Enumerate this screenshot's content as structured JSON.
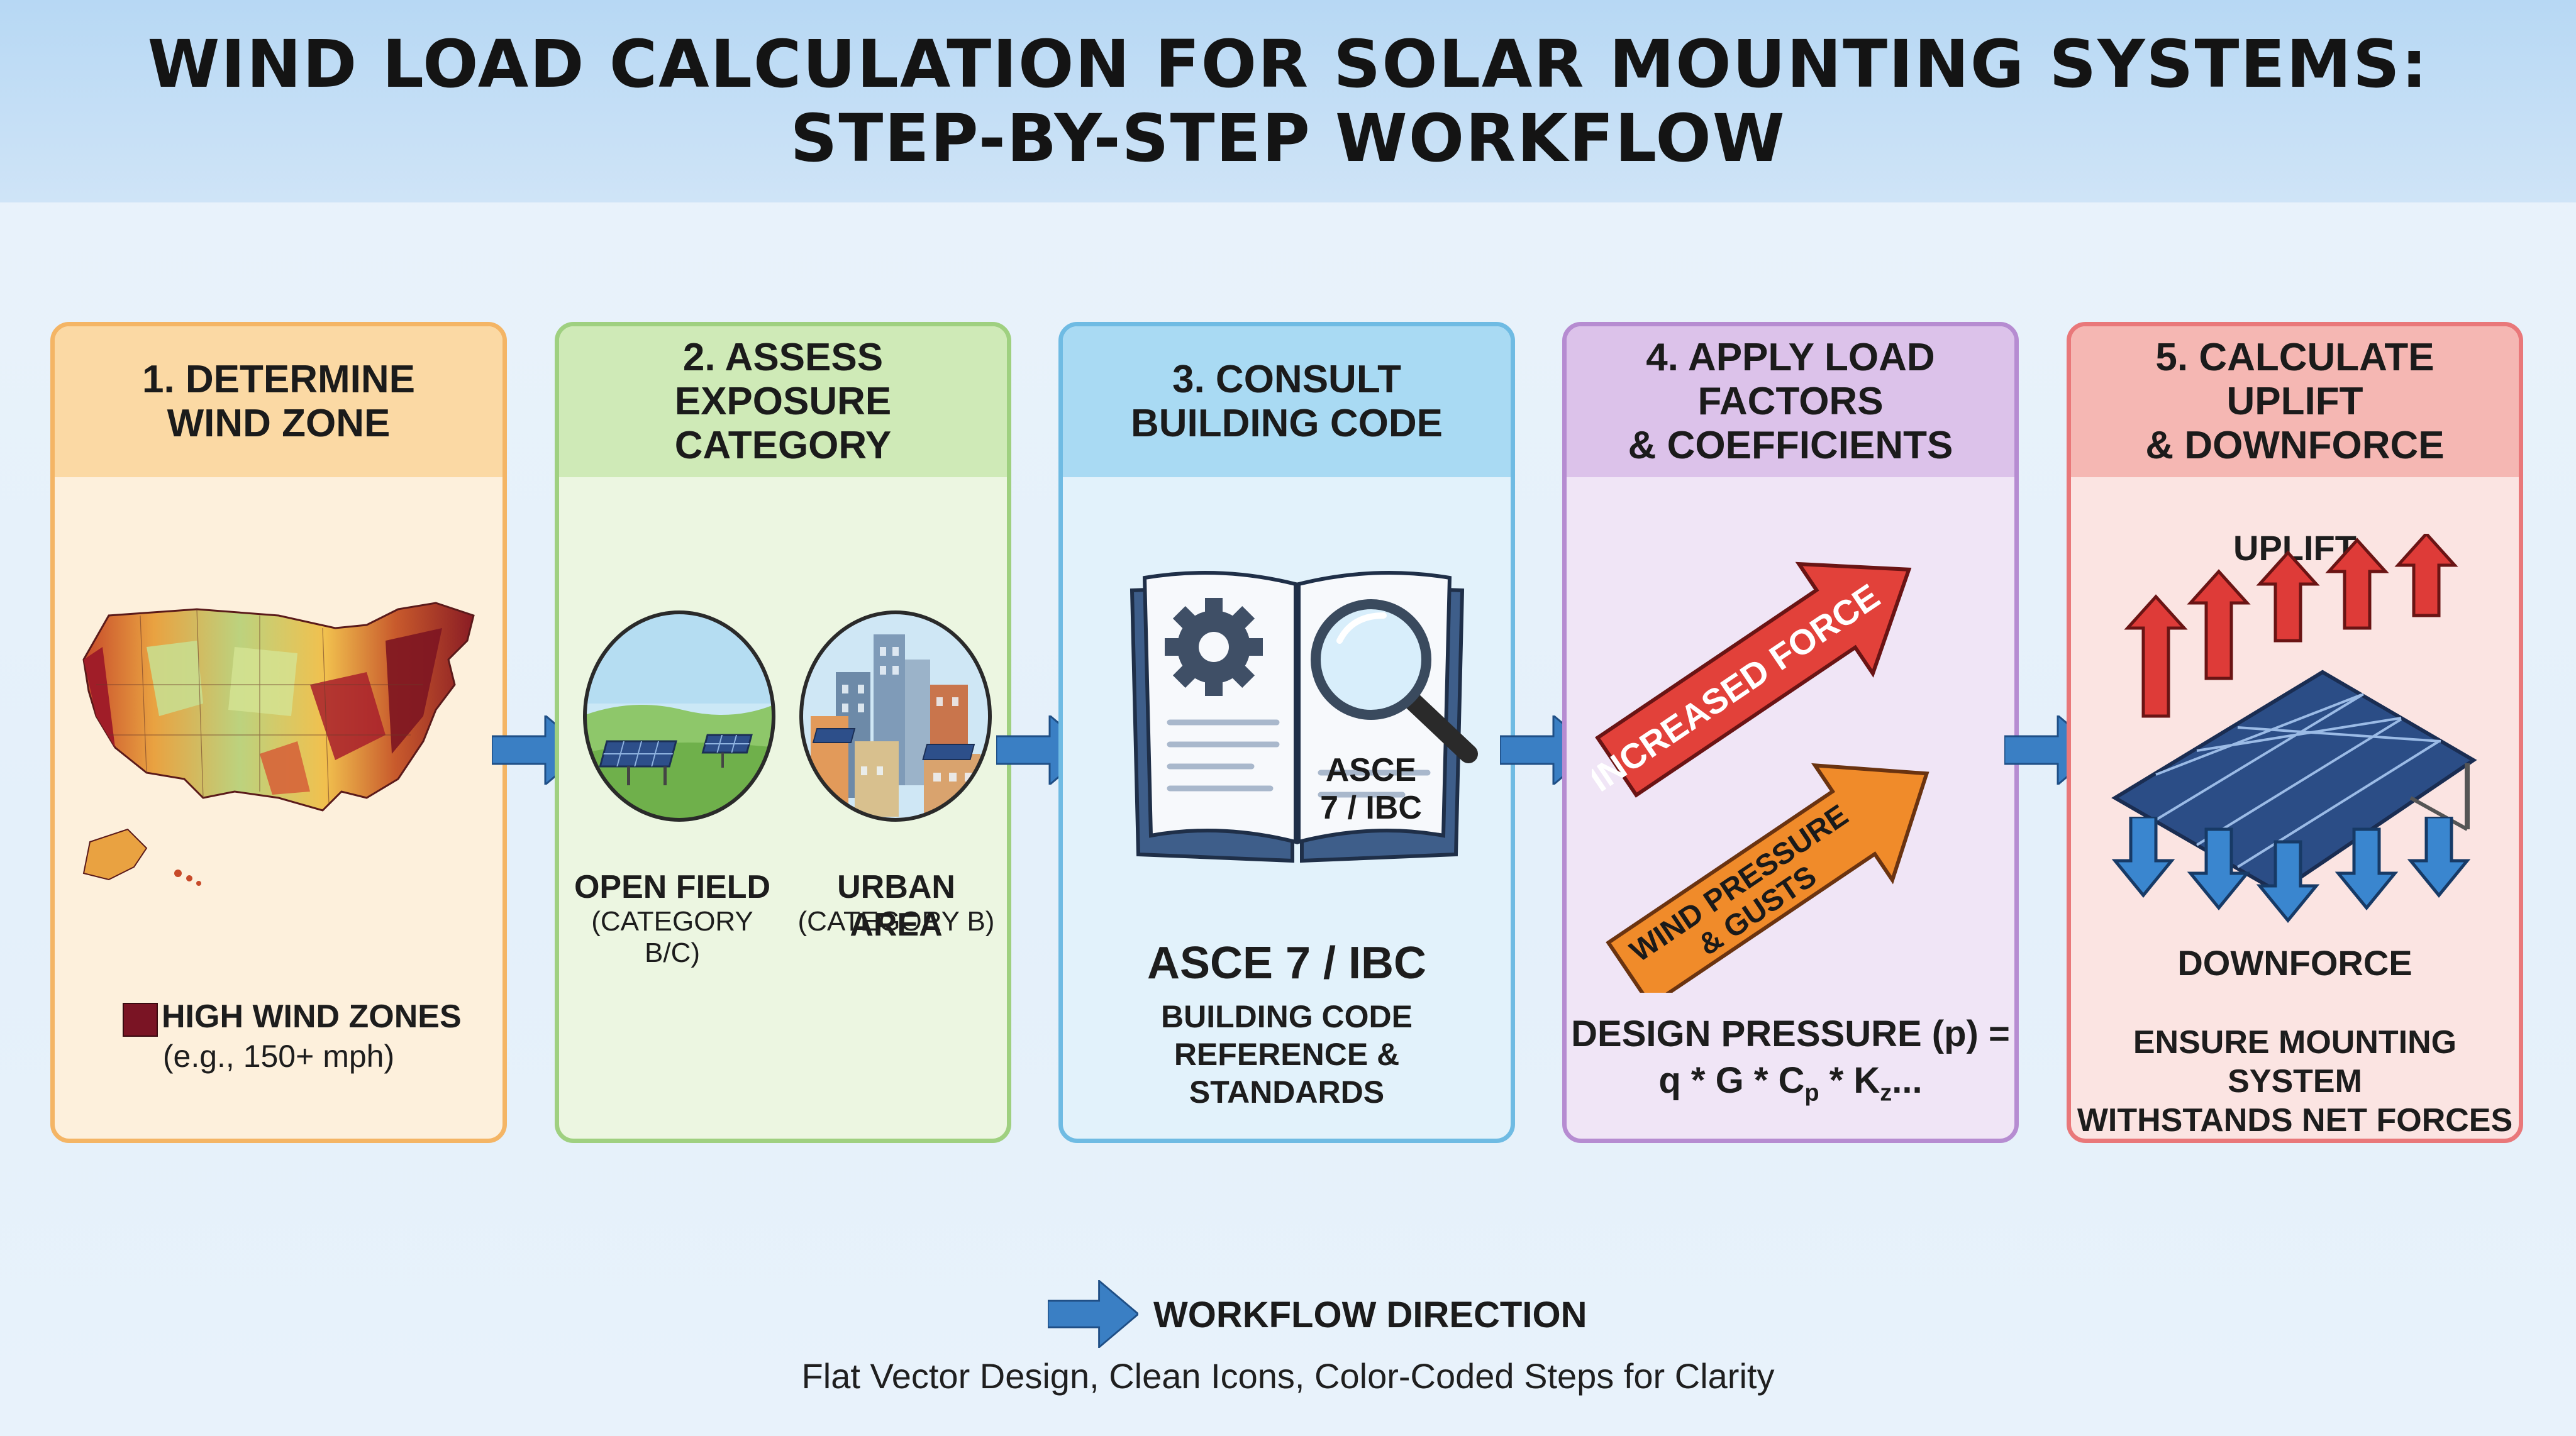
{
  "title": {
    "line1": "WIND LOAD CALCULATION FOR SOLAR MOUNTING SYSTEMS:",
    "line2": "STEP-BY-STEP WORKFLOW"
  },
  "steps": [
    {
      "heading": [
        "1. DETERMINE",
        "WIND ZONE"
      ],
      "legend_label": "HIGH WIND ZONES",
      "legend_note": "(e.g., 150+ mph)",
      "legend_color": "#7a1424"
    },
    {
      "heading": [
        "2. ASSESS",
        "EXPOSURE CATEGORY"
      ],
      "left_label": "OPEN FIELD",
      "left_sub": "(CATEGORY B/C)",
      "right_label": "URBAN AREA",
      "right_sub": "(CATEGORY B)"
    },
    {
      "heading": [
        "3. CONSULT",
        "BUILDING CODE"
      ],
      "book_label_1": "ASCE",
      "book_label_2": "7 / IBC",
      "main_label": "ASCE 7 / IBC",
      "desc": [
        "BUILDING CODE",
        "REFERENCE &",
        "STANDARDS"
      ]
    },
    {
      "heading": [
        "4. APPLY LOAD",
        "FACTORS",
        "& COEFFICIENTS"
      ],
      "arrow_red_label": "INCREASED FORCE",
      "arrow_orange_label_1": "WIND PRESSURE",
      "arrow_orange_label_2": "& GUSTS",
      "formula_line1": "DESIGN PRESSURE (p) =",
      "formula_q": "q * G * C",
      "formula_sub_p": "p",
      "formula_mid": " * K",
      "formula_sub_z": "z",
      "formula_end": "..."
    },
    {
      "heading": [
        "5. CALCULATE UPLIFT",
        "& DOWNFORCE"
      ],
      "uplift_label": "UPLIFT",
      "downforce_label": "DOWNFORCE",
      "desc": [
        "ENSURE MOUNTING SYSTEM",
        "WITHSTANDS NET FORCES"
      ]
    }
  ],
  "legend": {
    "label": "WORKFLOW DIRECTION",
    "caption": "Flat Vector Design, Clean Icons, Color-Coded Steps for Clarity"
  },
  "colors": {
    "flow_arrow": "#3a7fc4",
    "uplift_arrow": "#d9393a",
    "downforce_arrow": "#3a86cf"
  }
}
